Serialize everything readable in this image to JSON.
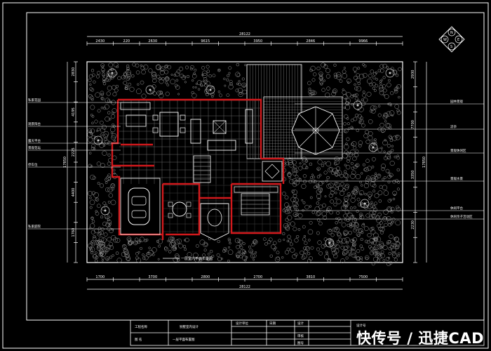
{
  "drawing": {
    "dim_top_total": "28122",
    "dim_top_segments": [
      "2430",
      "220",
      "2630",
      "",
      "9615",
      "",
      "3950",
      "",
      "2846",
      "",
      "9966",
      ""
    ],
    "dim_bottom_total": "28122",
    "dim_bottom_segments": [
      "1700",
      "",
      "3700",
      "",
      "2800",
      "",
      "2700",
      "",
      "3810",
      "",
      "7500",
      ""
    ],
    "dim_left_total": "17850",
    "dim_left_segments": [
      "2830",
      "",
      "4195",
      "",
      "2225",
      "",
      "4400",
      "",
      "1760",
      ""
    ],
    "dim_right_total": "17850",
    "dim_right_segments": [
      "2930",
      "",
      "7700",
      "",
      "3350",
      "",
      "2230",
      ""
    ],
    "callouts_left": [
      "私家花园",
      "观景阳台",
      "露天平台",
      "景观花坛",
      "停车位",
      "私家庭院"
    ],
    "callouts_right": [
      "园林景观",
      "凉亭",
      "景观休闲区",
      "景观水景",
      "休闲平台",
      "休闲亲子活动区"
    ],
    "plan_title": "一层室内平面布置图",
    "compass_letters": [
      "N",
      "E",
      "S",
      "W"
    ]
  },
  "title_block": {
    "col1_rows": [
      "工程名称",
      "图 名"
    ],
    "col1_values": [
      "别墅室内设计",
      "一层平面布置图"
    ],
    "col2_label": "设计单位",
    "col3_header": "日期",
    "col4_rows": [
      "设计",
      "审核",
      "图号"
    ],
    "col5_label": "设计号"
  },
  "watermark": "快传号 / 迅捷CAD",
  "colors": {
    "background": "#000000",
    "lines": "#ffffff",
    "walls": "#d2191c",
    "accent_gray": "#9a9a9a"
  }
}
